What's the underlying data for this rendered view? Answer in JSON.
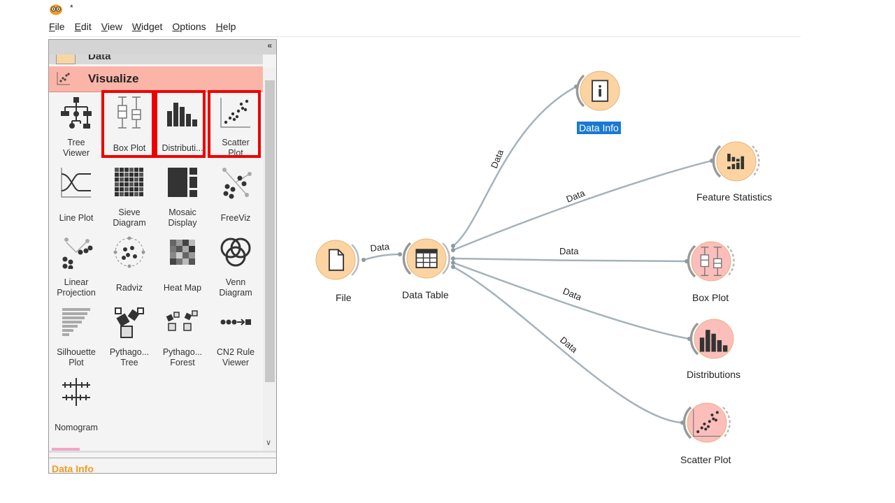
{
  "window": {
    "title": "*"
  },
  "menu": [
    {
      "first": "F",
      "rest": "ile"
    },
    {
      "first": "E",
      "rest": "dit"
    },
    {
      "first": "V",
      "rest": "iew"
    },
    {
      "first": "W",
      "rest": "idget"
    },
    {
      "first": "O",
      "rest": "ptions"
    },
    {
      "first": "H",
      "rest": "elp"
    }
  ],
  "toolbox": {
    "collapse_glyph": "«",
    "category_data": "Data",
    "category_visualize": "Visualize",
    "widgets": [
      {
        "label": "Tree\nViewer",
        "icon": "tree-viewer-icon",
        "highlighted": false
      },
      {
        "label": "Box Plot",
        "icon": "box-plot-icon",
        "highlighted": true
      },
      {
        "label": "Distributi...",
        "icon": "distributions-icon",
        "highlighted": true
      },
      {
        "label": "Scatter\nPlot",
        "icon": "scatter-plot-icon",
        "highlighted": true
      },
      {
        "label": "Line Plot",
        "icon": "line-plot-icon",
        "highlighted": false
      },
      {
        "label": "Sieve\nDiagram",
        "icon": "sieve-diagram-icon",
        "highlighted": false
      },
      {
        "label": "Mosaic\nDisplay",
        "icon": "mosaic-display-icon",
        "highlighted": false
      },
      {
        "label": "FreeViz",
        "icon": "freeviz-icon",
        "highlighted": false
      },
      {
        "label": "Linear\nProjection",
        "icon": "linear-projection-icon",
        "highlighted": false
      },
      {
        "label": "Radviz",
        "icon": "radviz-icon",
        "highlighted": false
      },
      {
        "label": "Heat Map",
        "icon": "heat-map-icon",
        "highlighted": false
      },
      {
        "label": "Venn\nDiagram",
        "icon": "venn-diagram-icon",
        "highlighted": false
      },
      {
        "label": "Silhouette\nPlot",
        "icon": "silhouette-plot-icon",
        "highlighted": false
      },
      {
        "label": "Pythago...\nTree",
        "icon": "pythagorean-tree-icon",
        "highlighted": false
      },
      {
        "label": "Pythago...\nForest",
        "icon": "pythagorean-forest-icon",
        "highlighted": false
      },
      {
        "label": "CN2 Rule\nViewer",
        "icon": "cn2-rule-viewer-icon",
        "highlighted": false
      },
      {
        "label": "Nomogram",
        "icon": "nomogram-icon",
        "highlighted": false
      }
    ],
    "info_title": "Data Info"
  },
  "canvas": {
    "link_label": "Data",
    "nodes": [
      {
        "id": "file",
        "label": "File",
        "icon": "file-icon",
        "color": "#fbd4a2"
      },
      {
        "id": "data-table",
        "label": "Data Table",
        "icon": "table-icon",
        "color": "#fbd4a2"
      },
      {
        "id": "data-info",
        "label": "Data Info",
        "icon": "info-icon",
        "color": "#fbd4a2",
        "selected": true
      },
      {
        "id": "feature-statistics",
        "label": "Feature Statistics",
        "icon": "feature-statistics-icon",
        "color": "#fbd4a2"
      },
      {
        "id": "box-plot",
        "label": "Box Plot",
        "icon": "box-plot-icon",
        "color": "#fbbeba"
      },
      {
        "id": "distributions",
        "label": "Distributions",
        "icon": "distributions-icon",
        "color": "#fbbeba"
      },
      {
        "id": "scatter-plot",
        "label": "Scatter Plot",
        "icon": "scatter-plot-icon",
        "color": "#fbbeba"
      }
    ]
  }
}
